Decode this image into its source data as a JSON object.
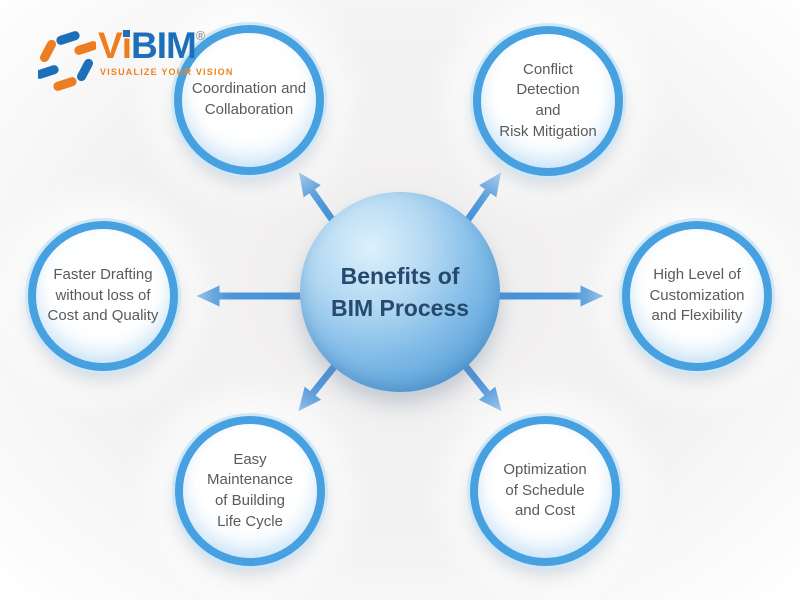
{
  "logo": {
    "brand_v": "V",
    "brand_i": "ı",
    "brand_rest": "BIM",
    "registered": "®",
    "tagline": "VISUALIZE YOUR VISION"
  },
  "center": {
    "label": "Benefits of\nBIM Process"
  },
  "nodes": [
    {
      "id": "coordination-and-collaboration",
      "label": "Coordination and\nCollaboration"
    },
    {
      "id": "conflict-detection-and-risk-mitigation",
      "label": "Conflict\nDetection\nand\nRisk Mitigation"
    },
    {
      "id": "faster-drafting",
      "label": "Faster Drafting\nwithout loss of\nCost and Quality"
    },
    {
      "id": "customization-flexibility",
      "label": "High Level of\nCustomization\nand Flexibility"
    },
    {
      "id": "easy-maintenance",
      "label": "Easy\nMaintenance\nof Building\nLife Cycle"
    },
    {
      "id": "optimization-schedule-cost",
      "label": "Optimization\nof Schedule\nand Cost"
    }
  ],
  "colors": {
    "arrow_blue": "#4A94D9",
    "ring_blue": "#47A0DF",
    "ring_glow": "#CFE8F8",
    "center_text": "#254A6D",
    "node_text": "#5A5A5A",
    "brand_orange": "#EE7C21",
    "brand_blue": "#1C6FB9",
    "tagline_orange": "#F0821E"
  }
}
